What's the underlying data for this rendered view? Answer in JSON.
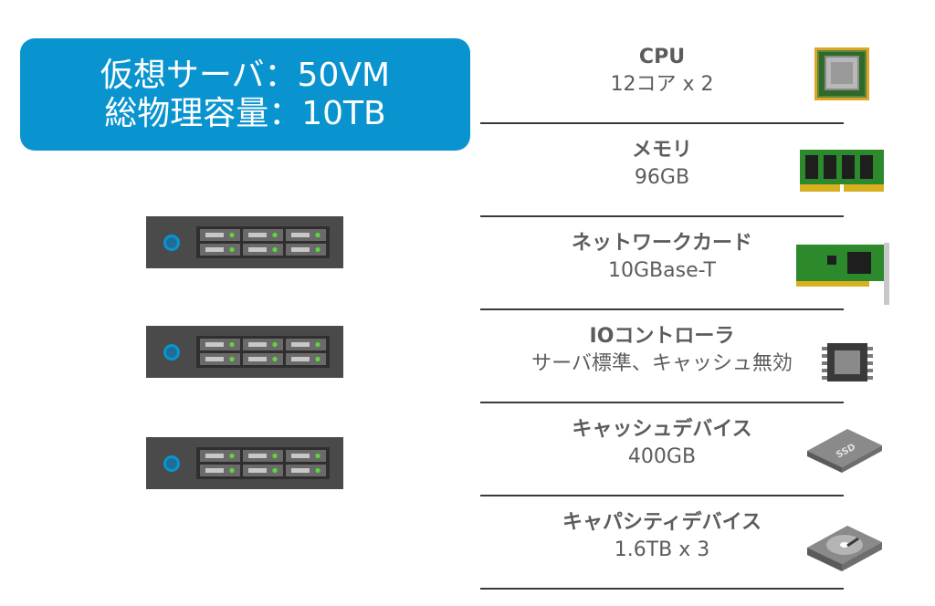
{
  "summary": {
    "line1": "仮想サーバ：50VM",
    "line2": "総物理容量：10TB"
  },
  "servers": [
    {
      "icon": "server-rack-icon"
    },
    {
      "icon": "server-rack-icon"
    },
    {
      "icon": "server-rack-icon"
    }
  ],
  "specs": [
    {
      "title": "CPU",
      "value": "12コア x 2",
      "icon": "cpu-chip-icon"
    },
    {
      "title": "メモリ",
      "value": "96GB",
      "icon": "memory-module-icon"
    },
    {
      "title": "ネットワークカード",
      "value": "10GBase-T",
      "icon": "network-card-icon"
    },
    {
      "title": "IOコントローラ",
      "value": "サーバ標準、キャッシュ無効",
      "icon": "controller-chip-icon"
    },
    {
      "title": "キャッシュデバイス",
      "value": "400GB",
      "icon": "ssd-icon"
    },
    {
      "title": "キャパシティデバイス",
      "value": "1.6TB x 3",
      "icon": "hdd-icon"
    }
  ],
  "ssd_label": "SSD",
  "colors": {
    "accent": "#0a94cf",
    "server_body": "#4a4a4a",
    "led": "#5fd63a",
    "text": "#5c5c5c"
  }
}
